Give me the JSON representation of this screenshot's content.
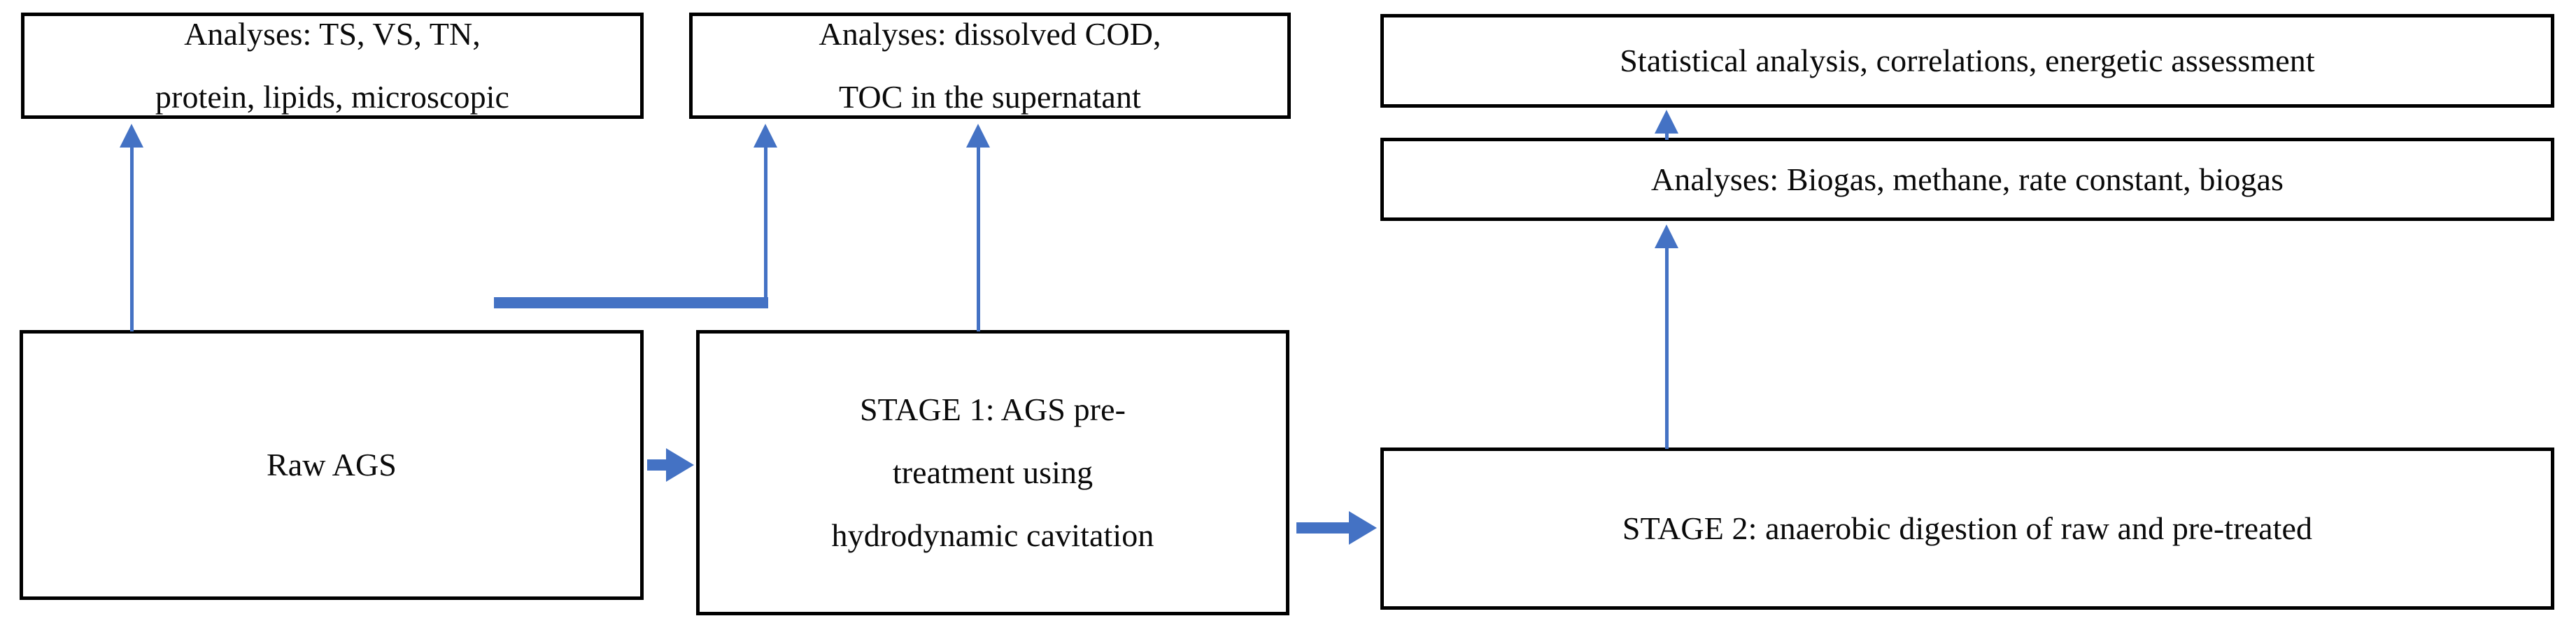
{
  "diagram": {
    "title": "Experimental workflow: AGS hydrodynamic cavitation pre-treatment and anaerobic digestion",
    "accent_color": "#4472C4",
    "box_border_color": "#000000",
    "text_color": "#0A0A0A",
    "background": "#FFFFFF"
  },
  "nodes": {
    "analyses_raw": {
      "line1": "Analyses: TS, VS, TN,",
      "line2": "protein, lipids, microscopic"
    },
    "analyses_supernatant": {
      "line1": "Analyses: dissolved COD,",
      "line2": "TOC in the supernatant"
    },
    "statistical": {
      "line1": "Statistical analysis, correlations, energetic assessment"
    },
    "analyses_biogas": {
      "line1": "Analyses: Biogas, methane, rate constant, biogas"
    },
    "stage2": {
      "line1": "STAGE 2: anaerobic digestion of raw and pre-treated"
    },
    "raw_ags": {
      "line1": "Raw AGS"
    },
    "stage1": {
      "line1": "STAGE 1: AGS pre-",
      "line2": "treatment using",
      "line3": "hydrodynamic cavitation"
    }
  },
  "connectors": [
    {
      "name": "raw-ags-to-analyses-raw",
      "kind": "arrow-up",
      "from": "raw_ags",
      "to": "analyses_raw"
    },
    {
      "name": "raw-ags-to-analyses-supernatant",
      "kind": "elbow-up",
      "from": "raw_ags",
      "to": "analyses_supernatant"
    },
    {
      "name": "stage1-to-analyses-supernatant",
      "kind": "arrow-up",
      "from": "stage1",
      "to": "analyses_supernatant"
    },
    {
      "name": "raw-ags-to-stage1",
      "kind": "arrow-right",
      "from": "raw_ags",
      "to": "stage1"
    },
    {
      "name": "stage1-to-stage2",
      "kind": "arrow-right",
      "from": "stage1",
      "to": "stage2"
    },
    {
      "name": "stage2-to-analyses-biogas",
      "kind": "arrow-up",
      "from": "stage2",
      "to": "analyses_biogas"
    },
    {
      "name": "analyses-biogas-to-statistical",
      "kind": "arrow-up",
      "from": "analyses_biogas",
      "to": "statistical"
    }
  ]
}
